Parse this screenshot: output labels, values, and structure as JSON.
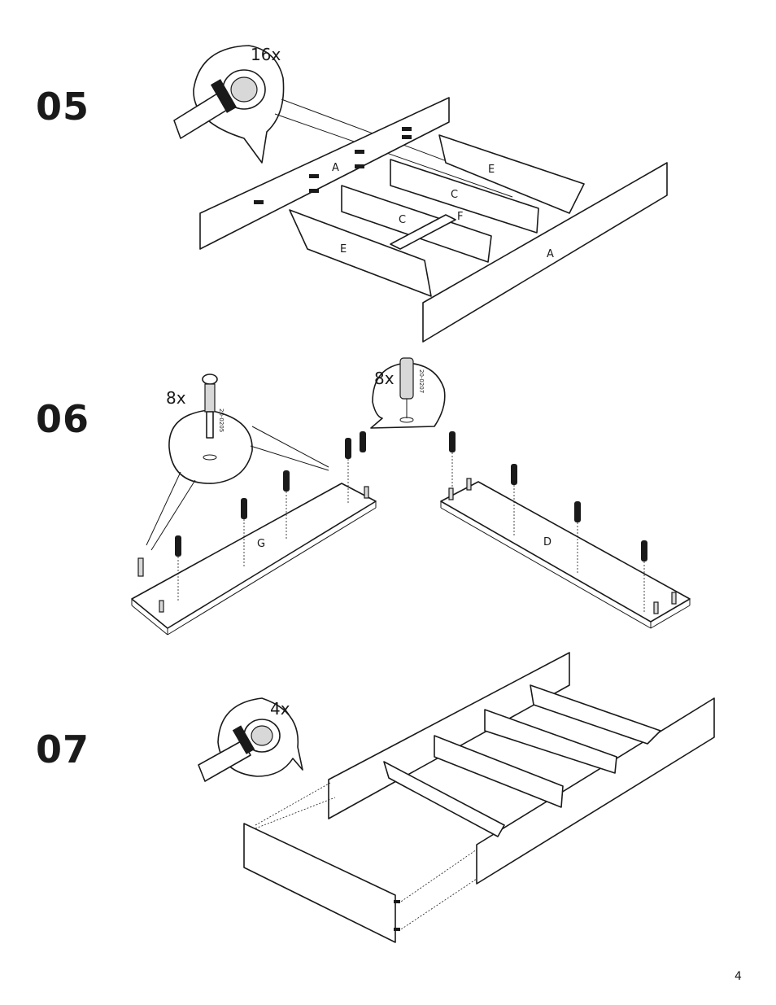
{
  "steps": [
    {
      "number": "05",
      "quantity": "16x",
      "parts": [
        "A",
        "E",
        "C",
        "C",
        "E",
        "F",
        "A"
      ]
    },
    {
      "number": "06",
      "quantity_left": "8x",
      "code_left": "20-0205",
      "quantity_right": "8x",
      "code_right": "20-0207",
      "parts": [
        "G",
        "D"
      ]
    },
    {
      "number": "07",
      "quantity": "4x"
    }
  ],
  "page_number": "4"
}
